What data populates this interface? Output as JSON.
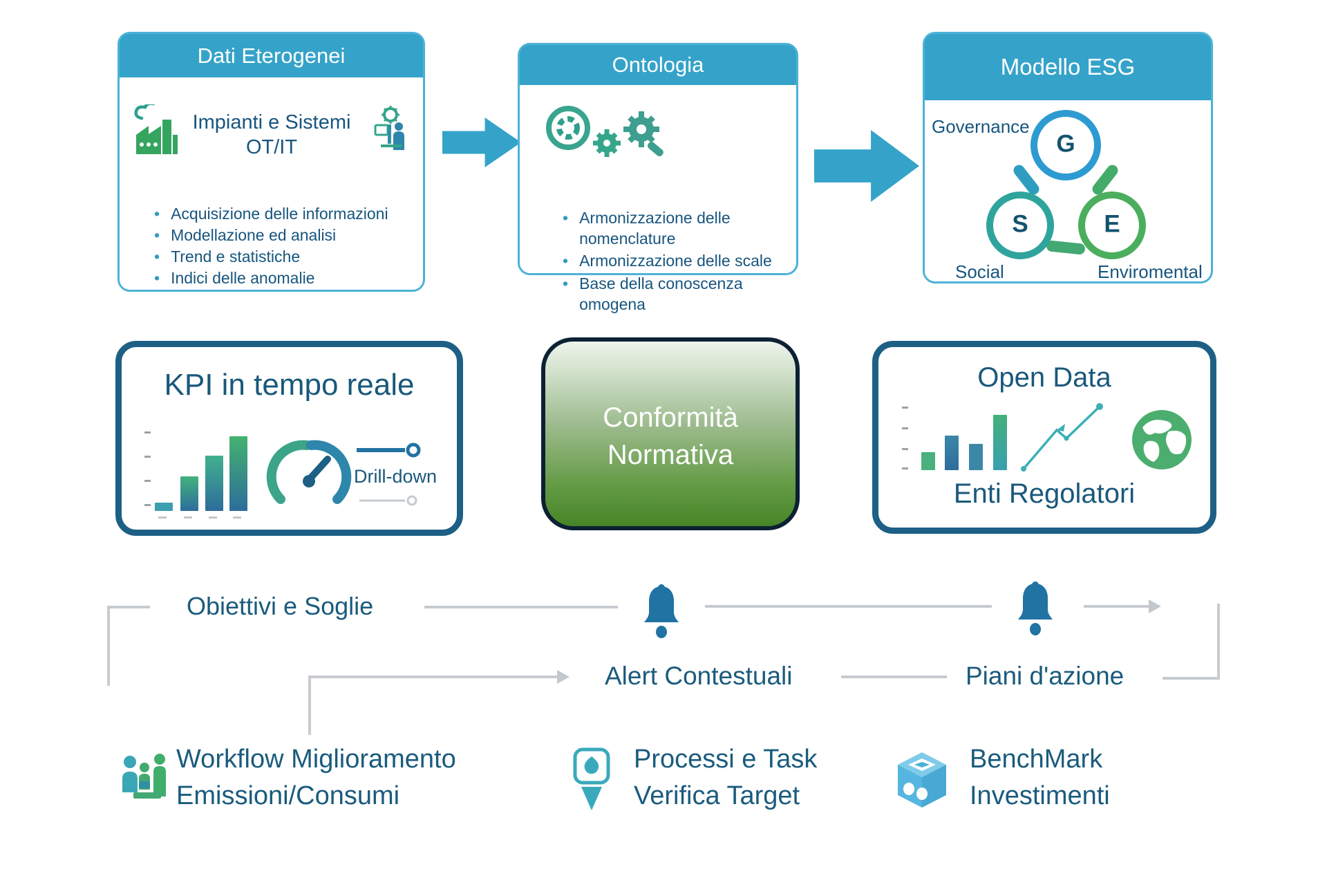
{
  "colors": {
    "header_blue": "#35a3c9",
    "card_border_light": "#4db2d8",
    "dark_border": "#1d5f85",
    "text_blue": "#17557e",
    "flow_gray": "#c7cbd0",
    "bell_blue": "#2173a3",
    "green_box_dark": "#478427",
    "ring_g_blue": "#2d9bd1",
    "ring_s_teal": "#2fa49d",
    "ring_e_green": "#4bae5e"
  },
  "top_boxes": [
    {
      "title": "Dati Eterogenei",
      "subtitle_line1": "Impianti e Sistemi",
      "subtitle_line2": "OT/IT",
      "bullets": [
        "Acquisizione delle informazioni",
        "Modellazione ed analisi",
        "Trend e statistiche",
        "Indici delle anomalie"
      ]
    },
    {
      "title": "Ontologia",
      "bullets": [
        "Armonizzazione delle nomenclature",
        "Armonizzazione delle scale",
        "Base della conoscenza omogena"
      ]
    },
    {
      "title": "Modello ESG",
      "label_governance": "Governance",
      "label_social": "Social",
      "label_environmental": "Enviromental",
      "letter_g": "G",
      "letter_s": "S",
      "letter_e": "E"
    }
  ],
  "middle": {
    "kpi": {
      "title": "KPI in tempo reale",
      "drill_label": "Drill-down"
    },
    "compliance": {
      "line1": "Conformità",
      "line2": "Normativa"
    },
    "open_data": {
      "title": "Open Data",
      "subtitle": "Enti Regolatori"
    }
  },
  "flow": {
    "objectives": "Obiettivi e Soglie",
    "alerts": "Alert Contestuali",
    "plans": "Piani d'azione"
  },
  "bottom": [
    {
      "line1": "Workflow Miglioramento",
      "line2": "Emissioni/Consumi"
    },
    {
      "line1": "Processi e Task",
      "line2": "Verifica Target"
    },
    {
      "line1": "BenchMark",
      "line2": "Investimenti"
    }
  ]
}
